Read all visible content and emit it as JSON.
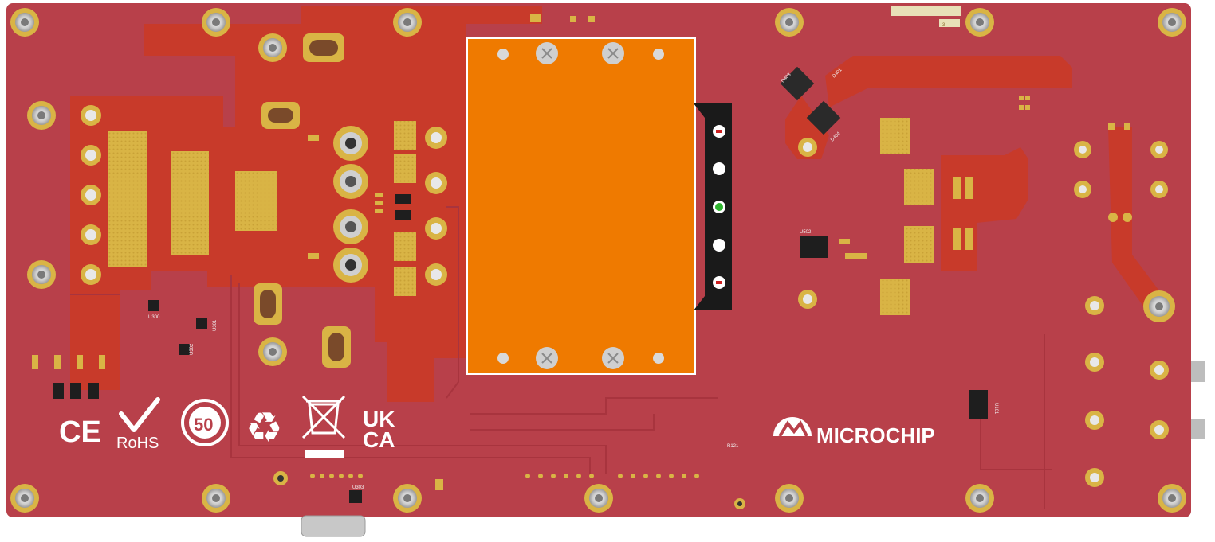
{
  "board": {
    "colors": {
      "soldermask": "#b8404a",
      "copper_pour": "#c83a2a",
      "gold_pad": "#d9b445",
      "heatsink": "#ef7a00",
      "connector": "#1a1a1a",
      "silkscreen": "#ffffff",
      "mounting_hole_ring": "#d9b445"
    },
    "markings": {
      "ce": "CE",
      "rohs": "RoHS",
      "epup_years": "50",
      "ukca_top": "UK",
      "ukca_bottom": "CA",
      "brand": "MICROCHIP"
    },
    "refdes": {
      "d403": "D403",
      "d404": "D404",
      "d401": "D401",
      "u502": "U502",
      "u300": "U300",
      "u301": "U301",
      "u302": "U302",
      "u303": "U303",
      "u101": "U101",
      "r121": "R121",
      "tag": "3"
    },
    "icons": {
      "ce": "ce-mark-icon",
      "rohs": "rohs-check-icon",
      "epup": "epup-50-icon",
      "recycle": "recycle-icon",
      "weee": "weee-bin-icon",
      "logo": "microchip-logo-icon"
    }
  }
}
